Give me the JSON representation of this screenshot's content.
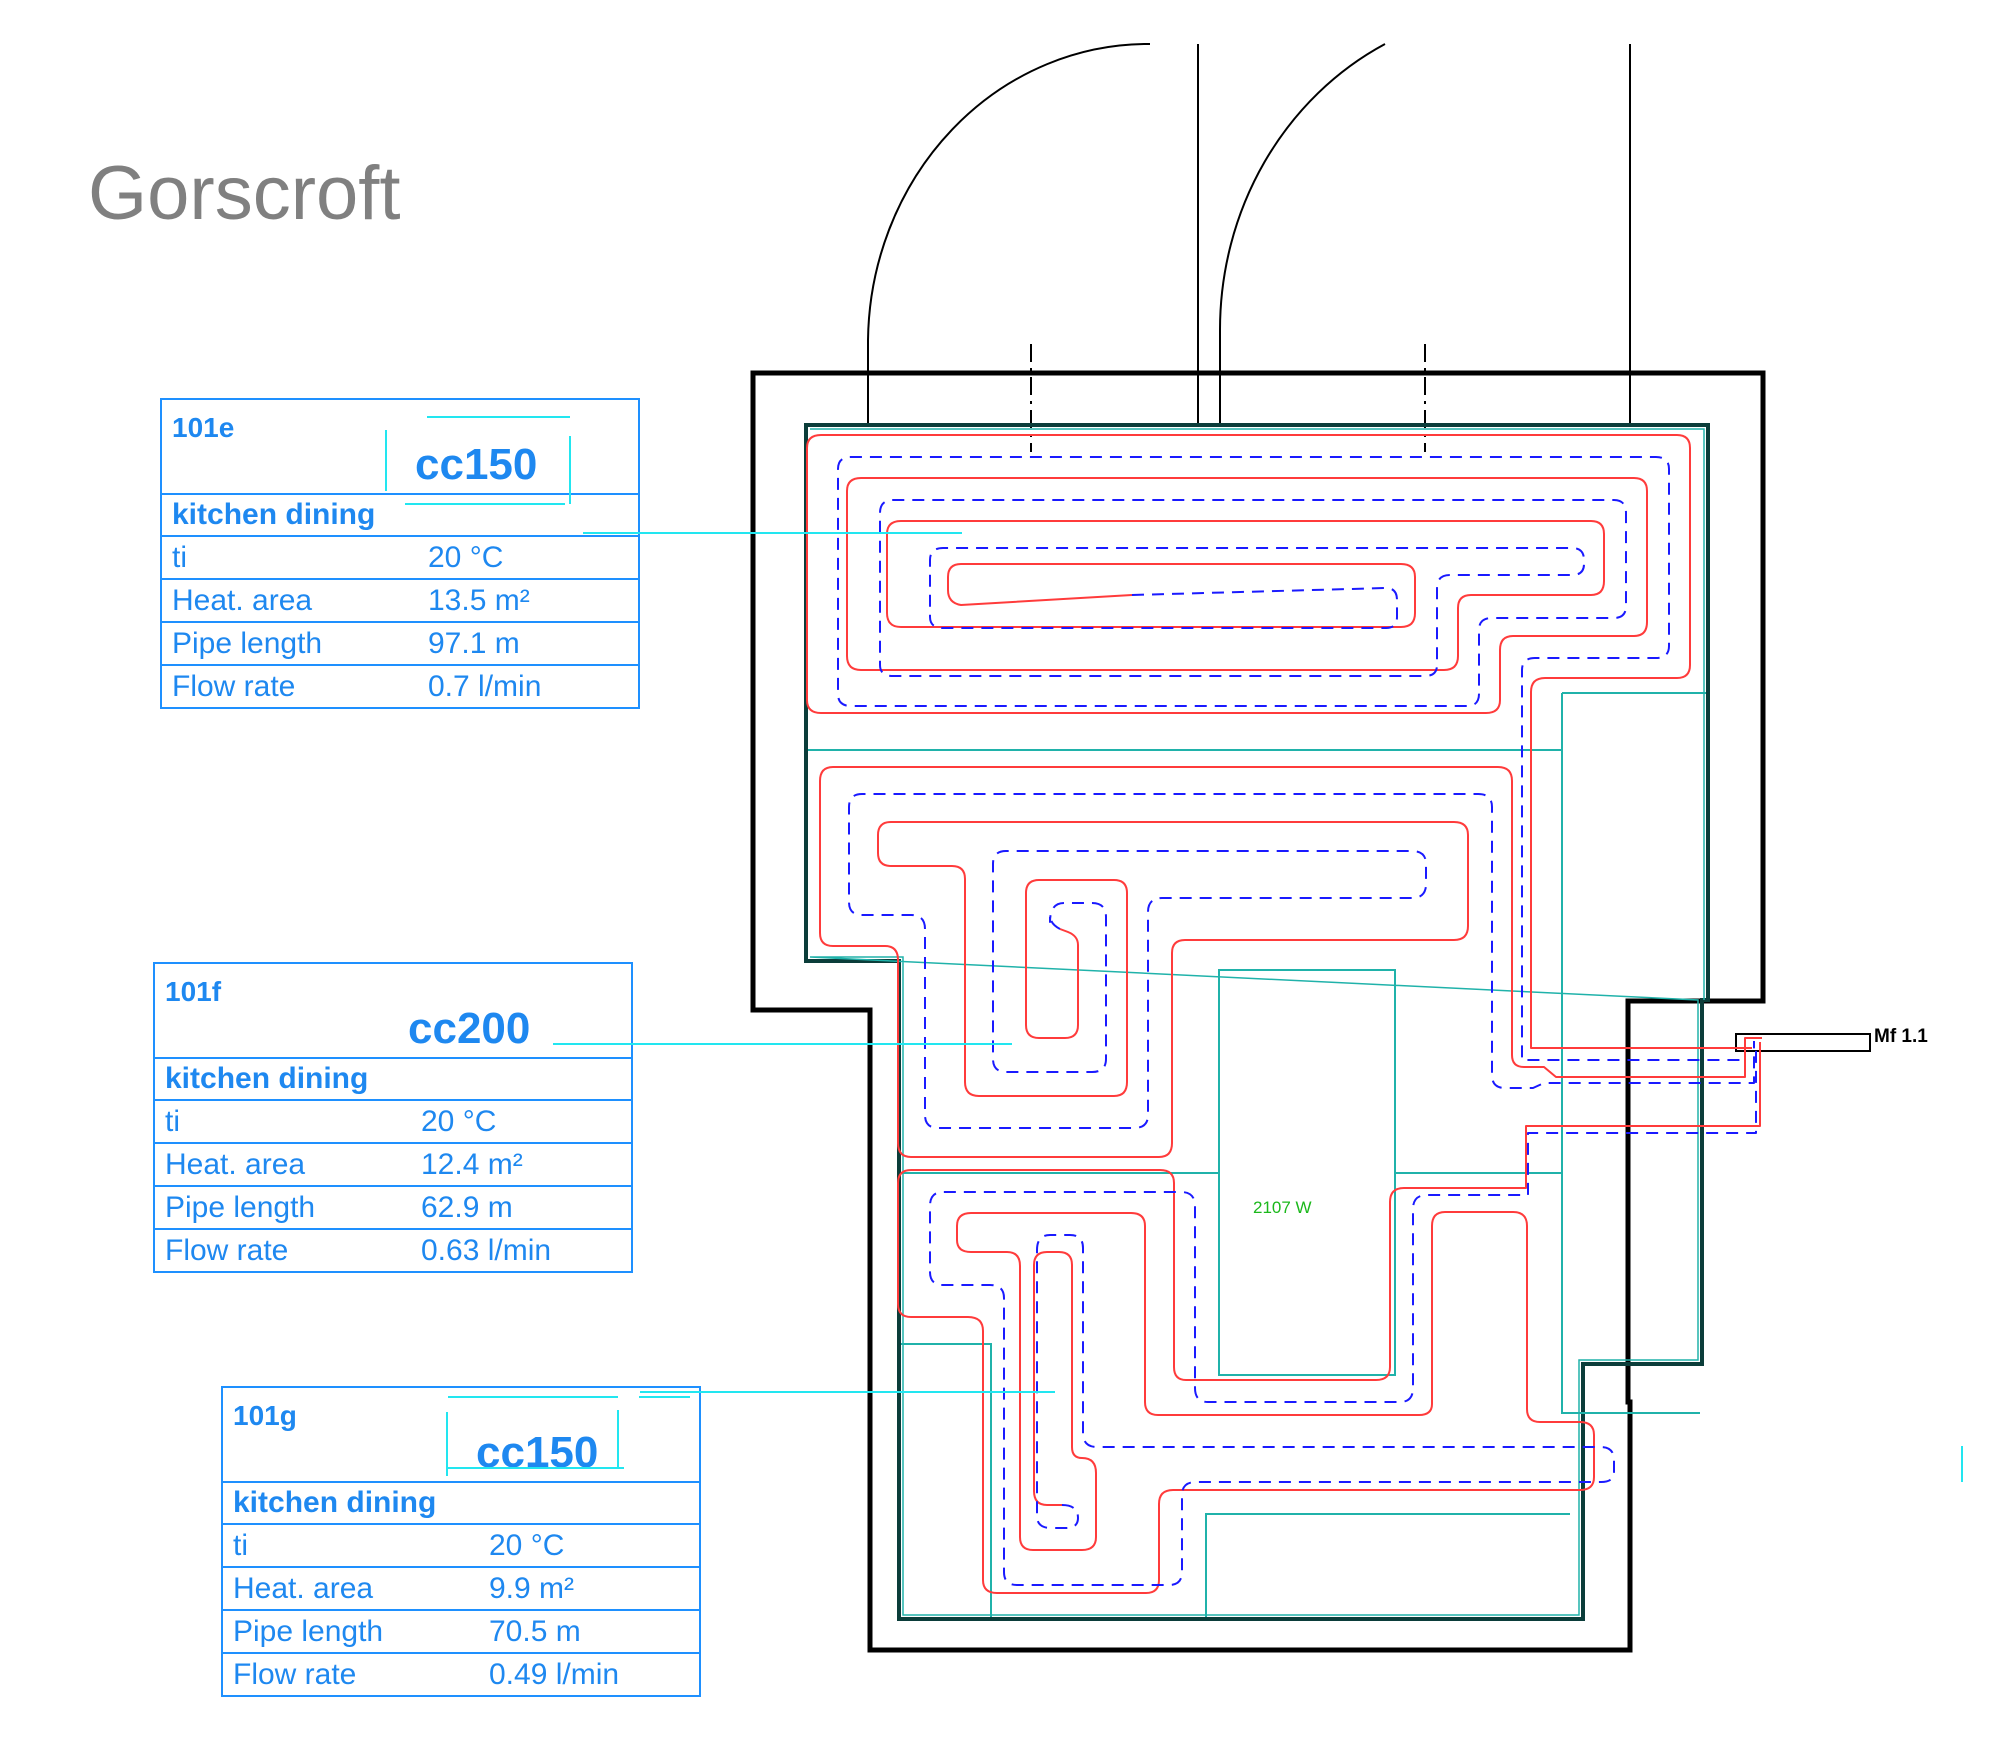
{
  "project": {
    "title": "Gorscroft"
  },
  "circuits": [
    {
      "code": "101e",
      "spacing": "cc150",
      "room": "kitchen dining",
      "rows": [
        {
          "label": "ti",
          "value": "20 °C"
        },
        {
          "label": "Heat. area",
          "value": "13.5 m²"
        },
        {
          "label": "Pipe length",
          "value": "97.1 m"
        },
        {
          "label": "Flow rate",
          "value": "0.7 l/min"
        }
      ]
    },
    {
      "code": "101f",
      "spacing": "cc200",
      "room": "kitchen dining",
      "rows": [
        {
          "label": "ti",
          "value": "20 °C"
        },
        {
          "label": "Heat. area",
          "value": "12.4 m²"
        },
        {
          "label": "Pipe length",
          "value": "62.9 m"
        },
        {
          "label": "Flow rate",
          "value": "0.63 l/min"
        }
      ]
    },
    {
      "code": "101g",
      "spacing": "cc150",
      "room": "kitchen dining",
      "rows": [
        {
          "label": "ti",
          "value": "20 °C"
        },
        {
          "label": "Heat. area",
          "value": "9.9 m²"
        },
        {
          "label": "Pipe length",
          "value": "70.5 m"
        },
        {
          "label": "Flow rate",
          "value": "0.49 l/min"
        }
      ]
    }
  ],
  "plan": {
    "manifold_label": "Mf 1.1",
    "room_power": "2107 W"
  },
  "colors": {
    "supply_pipe": "#ff3b3b",
    "return_pipe": "#1a1aff",
    "zone_boundary": "#20b2aa",
    "leader_line": "#22e6f0",
    "label_text": "#1e88f0",
    "power_text": "#1bb81b",
    "wall": "#000000"
  }
}
